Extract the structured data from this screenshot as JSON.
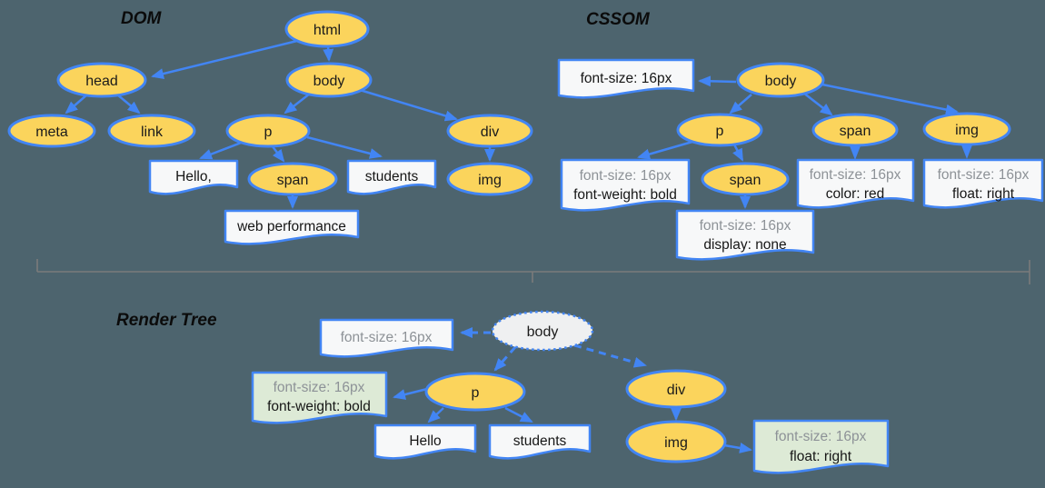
{
  "colors": {
    "background": "#4d646e",
    "node_fill": "#FBD45C",
    "node_stroke": "#4285F4",
    "box_fill": "#F7F8F9",
    "green_box_fill": "#DDEAD6",
    "render_body_fill": "#EFF0F1",
    "gray_text": "#8d9297",
    "dark_text": "#161616",
    "divider": "#7b7b7b"
  },
  "dom": {
    "title": "DOM",
    "nodes": {
      "html": "html",
      "head": "head",
      "body": "body",
      "meta": "meta",
      "link": "link",
      "p": "p",
      "div": "div",
      "span": "span",
      "img": "img"
    },
    "text_boxes": {
      "hello": "Hello,",
      "students": "students",
      "webperf": "web performance"
    }
  },
  "cssom": {
    "title": "CSSOM",
    "nodes": {
      "body": "body",
      "p": "p",
      "span_top": "span",
      "span_child": "span",
      "img": "img"
    },
    "rule_boxes": {
      "body": {
        "line1": "font-size: 16px"
      },
      "p": {
        "line1": "font-size: 16px",
        "line2": "font-weight: bold"
      },
      "span_child": {
        "line1": "font-size: 16px",
        "line2": "display: none"
      },
      "span_top": {
        "line1": "font-size: 16px",
        "line2": "color: red"
      },
      "img": {
        "line1": "font-size: 16px",
        "line2": "float: right"
      }
    }
  },
  "render": {
    "title": "Render Tree",
    "nodes": {
      "body": "body",
      "p": "p",
      "div": "div",
      "img": "img"
    },
    "text_boxes": {
      "hello": "Hello",
      "students": "students"
    },
    "rule_boxes": {
      "body": {
        "line1": "font-size: 16px"
      },
      "p": {
        "line1": "font-size: 16px",
        "line2": "font-weight: bold"
      },
      "img": {
        "line1": "font-size: 16px",
        "line2": "float: right"
      }
    }
  }
}
